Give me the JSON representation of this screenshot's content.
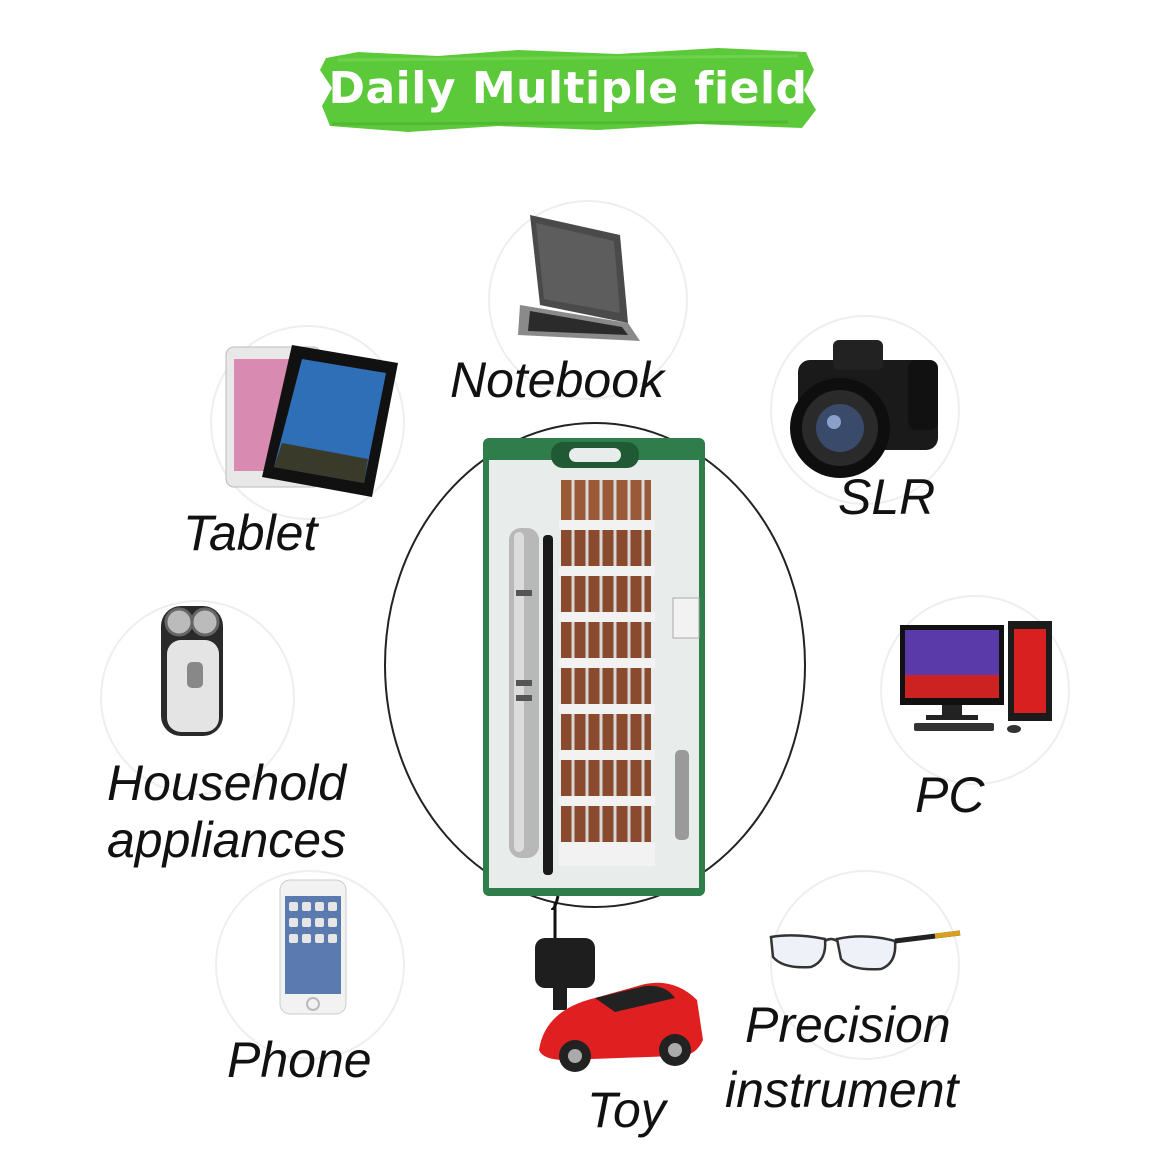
{
  "banner": {
    "title": "Daily Multiple field",
    "color": "#5cc93a"
  },
  "fields": {
    "notebook": "Notebook",
    "slr": "SLR",
    "tablet": "Tablet",
    "pc": "PC",
    "household_line1": "Household",
    "household_line2": "appliances",
    "phone": "Phone",
    "toy": "Toy",
    "precision_line1": "Precision",
    "precision_line2": "instrument"
  },
  "product": {
    "case_color": "#2e7d4a",
    "bit_color": "#8a4a2e"
  }
}
